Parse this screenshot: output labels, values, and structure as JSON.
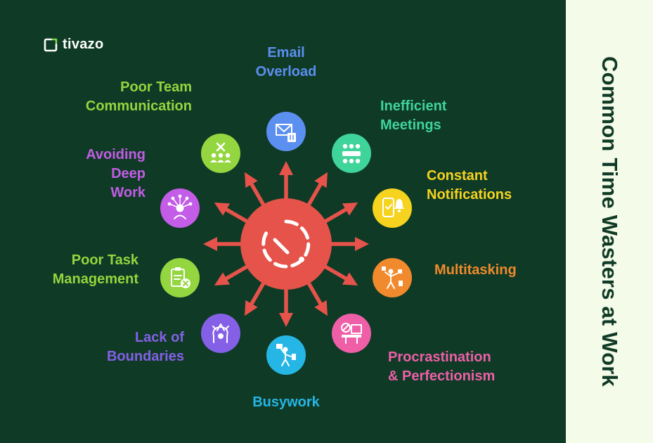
{
  "brand": {
    "name": "tivazo",
    "accent": "#7fd651"
  },
  "title": "Common Time Wasters at Work",
  "colors": {
    "background": "#0f3a26",
    "sidebar": "#f4fbe8",
    "hub": "#e5534b",
    "arrow": "#e5534b"
  },
  "hub": {
    "icon": "clock-icon"
  },
  "items": [
    {
      "label": "Email\nOverload",
      "color": "#5b8ff0",
      "icon": "email-delete-icon"
    },
    {
      "label": "Inefficient\nMeetings",
      "color": "#3fd49a",
      "icon": "meeting-table-icon"
    },
    {
      "label": "Constant\nNotifications",
      "color": "#f6d31f",
      "icon": "phone-bell-icon"
    },
    {
      "label": "Multitasking",
      "color": "#f08a2c",
      "icon": "juggling-person-icon"
    },
    {
      "label": "Procrastination\n& Perfectionism",
      "color": "#ef5fa8",
      "icon": "blocked-laptop-icon"
    },
    {
      "label": "Busywork",
      "color": "#26b6e6",
      "icon": "busy-person-icon"
    },
    {
      "label": "Lack of\nBoundaries",
      "color": "#8460e6",
      "icon": "stressed-head-icon"
    },
    {
      "label": "Poor Task\nManagement",
      "color": "#93d63f",
      "icon": "clipboard-x-icon"
    },
    {
      "label": "Avoiding\nDeep\nWork",
      "color": "#c35ce6",
      "icon": "distracted-mind-icon"
    },
    {
      "label": "Poor Team\nCommunication",
      "color": "#93d63f",
      "icon": "team-conflict-icon"
    }
  ]
}
